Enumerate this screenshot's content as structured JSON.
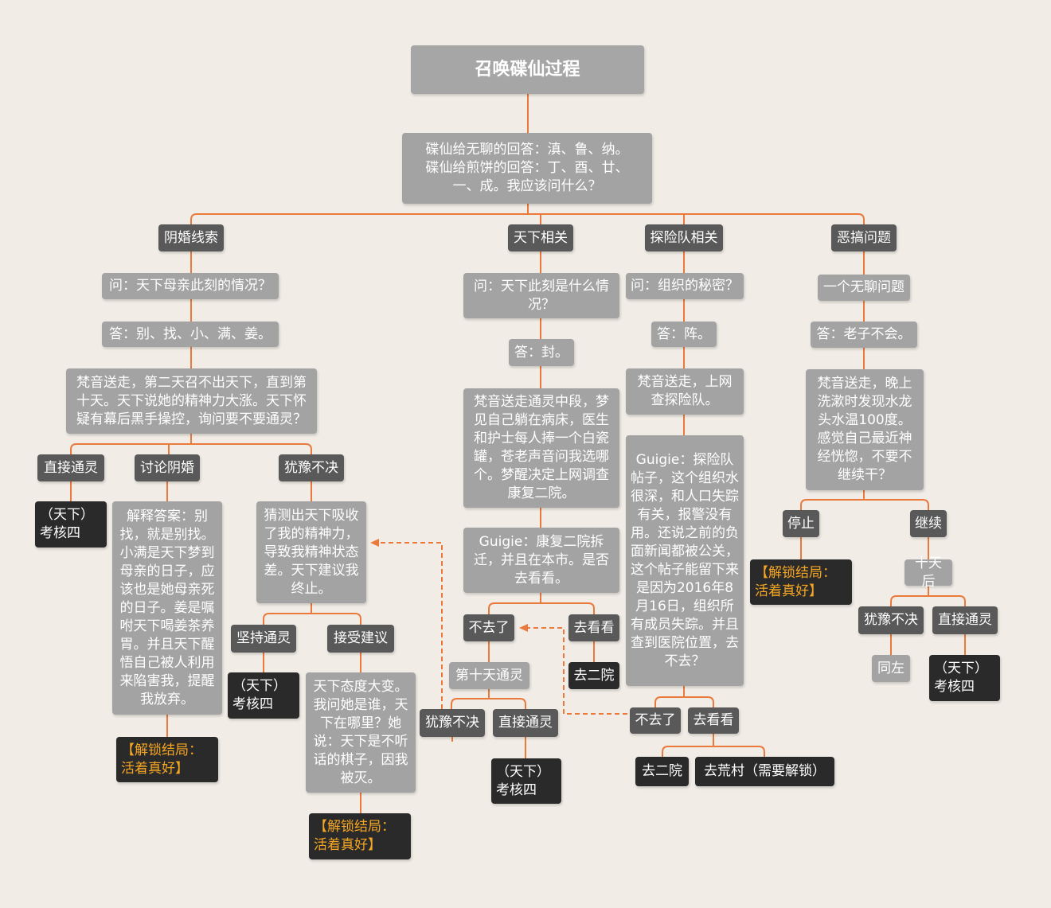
{
  "title": "召唤碟仙过程",
  "intro": "碟仙给无聊的回答：滇、鲁、纳。碟仙给煎饼的回答：丁、酉、廿、一、成。我应该问什么？",
  "branch1": {
    "label": "阴婚线索",
    "q": "问：天下母亲此刻的情况？",
    "a": "答：别、找、小、满、姜。",
    "result": "梵音送走，第二天召不出天下，直到第十天。天下说她的精神力大涨。天下怀疑有幕后黑手操控，询问要不要通灵？",
    "opt1": "直接通灵",
    "opt1_end": "（天下）考核四",
    "opt2": "讨论阴婚",
    "opt2_text": "解释答案：别找，就是别找。小满是天下梦到母亲的日子，应该也是她母亲死的日子。姜是嘱咐天下喝姜茶养胃。并且天下醒悟自己被人利用来陷害我，提醒我放弃。",
    "opt2_end": "【解锁结局：活着真好】",
    "opt3": "犹豫不决",
    "opt3_text": "猜测出天下吸收了我的精神力，导致我精神状态差。天下建议我终止。",
    "opt3a": "坚持通灵",
    "opt3a_end": "（天下）考核四",
    "opt3b": "接受建议",
    "opt3b_text": "天下态度大变。我问她是谁，天下在哪里？她说：天下是不听话的棋子，因我被灭。",
    "opt3b_end": "【解锁结局：活着真好】"
  },
  "branch2": {
    "label": "天下相关",
    "q": "问：天下此刻是什么情况？",
    "a": "答：封。",
    "result": "梵音送走通灵中段，梦见自己躺在病床，医生和护士每人捧一个白瓷罐，苍老声音问我选哪个。梦醒决定上网调查康复二院。",
    "guigie": "Guigie：康复二院拆迁，并且在本市。是否去看看。",
    "no": "不去了",
    "yes": "去看看",
    "yes_end": "去二院",
    "day10": "第十天通灵",
    "hesitate": "犹豫不决",
    "direct": "直接通灵",
    "direct_end": "（天下）考核四"
  },
  "branch3": {
    "label": "探险队相关",
    "q": "问：组织的秘密？",
    "a": "答：阵。",
    "result": "梵音送走，上网查探险队。",
    "guigie": "Guigie：探险队帖子，这个组织水很深，和人口失踪有关，报警没有用。还说之前的负面新闻都被公关，这个帖子能留下来是因为2016年8月16日，组织所有成员失踪。并且查到医院位置，去不去？",
    "no": "不去了",
    "yes": "去看看",
    "end1": "去二院",
    "end2": "去荒村（需要解锁）"
  },
  "branch4": {
    "label": "恶搞问题",
    "q": "一个无聊问题",
    "a": "答：老子不会。",
    "result": "梵音送走，晚上洗漱时发现水龙头水温100度。感觉自己最近神经恍惚，不要不继续干？",
    "stop": "停止",
    "stop_end": "【解锁结局：活着真好】",
    "cont": "继续",
    "days": "十天后",
    "hesitate": "犹豫不决",
    "same": "同左",
    "direct": "直接通灵",
    "direct_end": "（天下）考核四"
  },
  "colors": {
    "background": "#f1ece6",
    "connector": "#ea7a3c",
    "light_node": "#a3a3a3",
    "dark_node": "#595959",
    "black_node": "#2a2a2a",
    "ending_text": "#f5a623"
  }
}
